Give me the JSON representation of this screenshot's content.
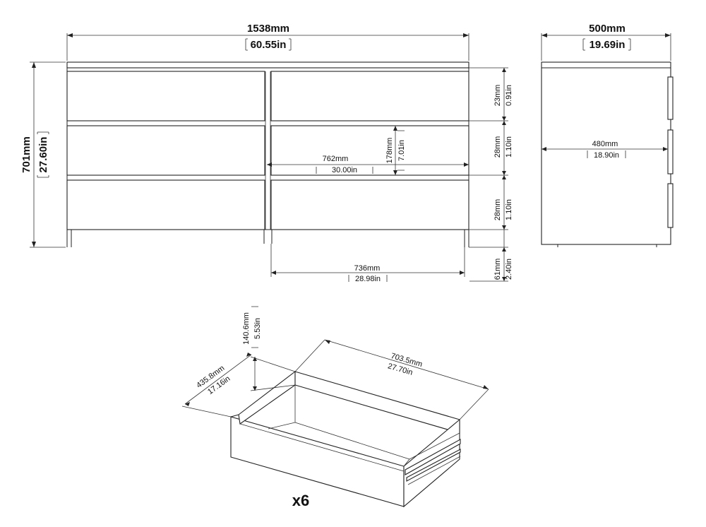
{
  "front": {
    "width_mm": "1538mm",
    "width_in": "60.55in",
    "height_mm": "701mm",
    "height_in": "27.60in",
    "drawer_height_mm": "178mm",
    "drawer_height_in": "7.01in",
    "inner_width_mm": "762mm",
    "inner_width_in": "30.00in",
    "half_width_mm": "736mm",
    "half_width_in": "28.98in"
  },
  "gaps": [
    {
      "mm": "23mm",
      "in": "0.91in"
    },
    {
      "mm": "28mm",
      "in": "1.10in"
    },
    {
      "mm": "28mm",
      "in": "1.10in"
    },
    {
      "mm": "61mm",
      "in": "2.40in"
    }
  ],
  "side": {
    "depth_mm": "500mm",
    "depth_in": "19.69in",
    "inner_depth_mm": "480mm",
    "inner_depth_in": "18.90in"
  },
  "drawer": {
    "height_mm": "140.6mm",
    "height_in": "5.53in",
    "depth_mm": "435.8mm",
    "depth_in": "17.16in",
    "width_mm": "703.5mm",
    "width_in": "27.70in",
    "quantity": "x6"
  }
}
